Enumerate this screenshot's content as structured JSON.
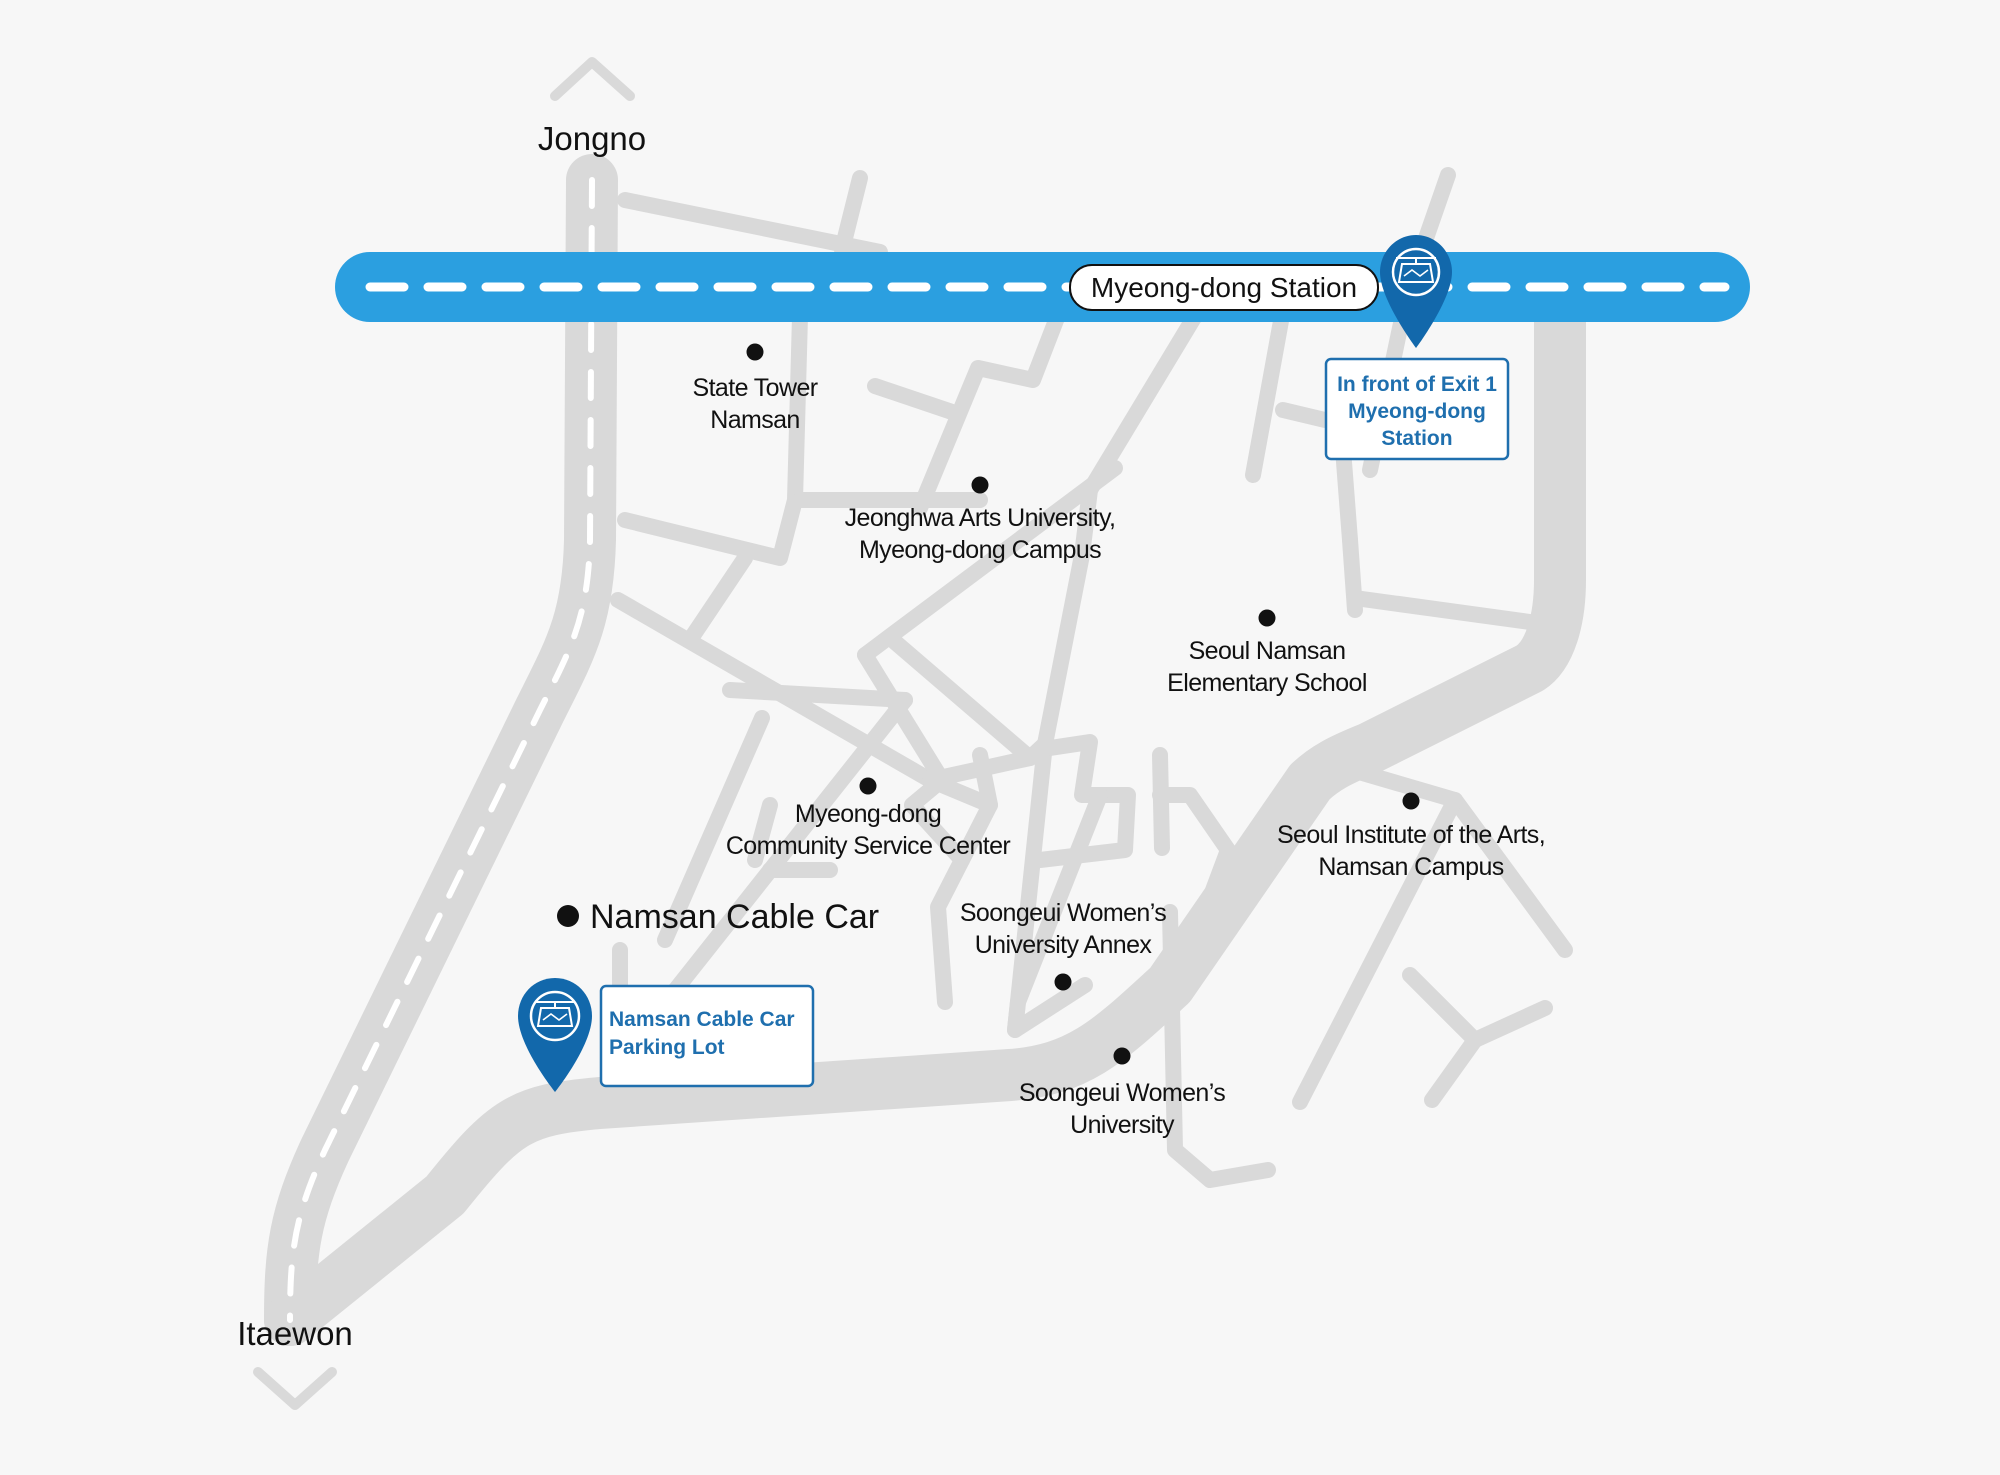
{
  "map": {
    "directions": {
      "north": "Jongno",
      "south": "Itaewon"
    },
    "subway": {
      "station_name": "Myeong-dong Station",
      "line_color": "#2b9fe0"
    },
    "pins": [
      {
        "lines": [
          "In front of Exit 1",
          "Myeong-dong",
          "Station"
        ],
        "icon": "cable-car-logo-icon",
        "color": "#1268ab"
      },
      {
        "lines": [
          "Namsan Cable Car",
          "Parking Lot"
        ],
        "icon": "cable-car-logo-icon",
        "color": "#1268ab"
      }
    ],
    "main_landmark": "Namsan Cable Car",
    "landmarks": [
      {
        "lines": [
          "State Tower",
          "Namsan"
        ]
      },
      {
        "lines": [
          "Jeonghwa Arts University,",
          "Myeong-dong Campus"
        ]
      },
      {
        "lines": [
          "Seoul Namsan",
          "Elementary School"
        ]
      },
      {
        "lines": [
          "Myeong-dong",
          "Community Service Center"
        ]
      },
      {
        "lines": [
          "Seoul Institute of the Arts,",
          "Namsan Campus"
        ]
      },
      {
        "lines": [
          "Soongeui Women’s",
          "University Annex"
        ]
      },
      {
        "lines": [
          "Soongeui Women’s",
          "University"
        ]
      }
    ],
    "colors": {
      "road": "#d9d9d9",
      "background": "#f7f7f7",
      "pin": "#1268ab",
      "pin_text": "#1f6fae"
    }
  }
}
